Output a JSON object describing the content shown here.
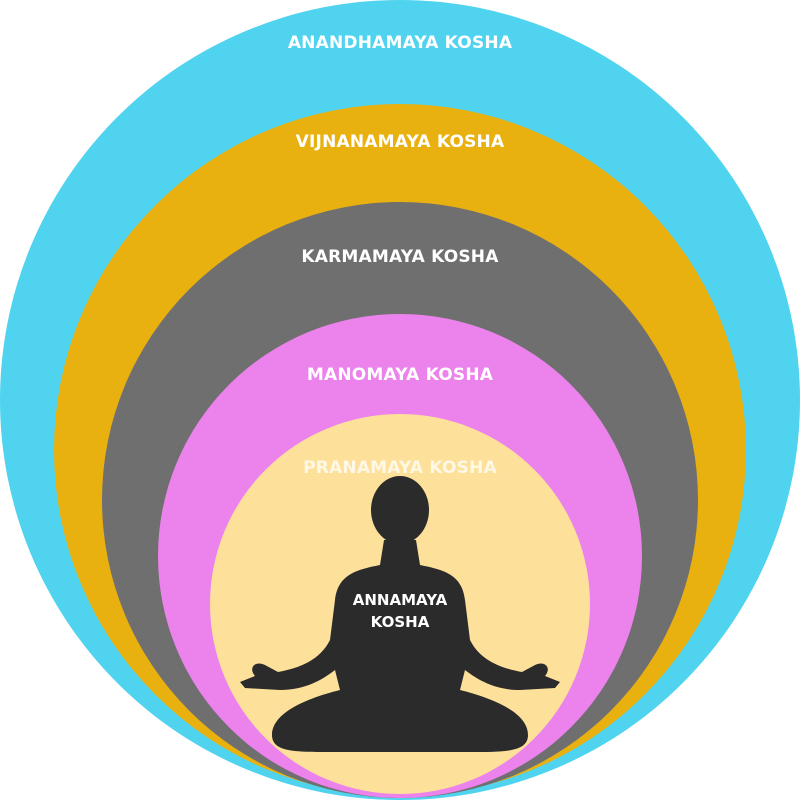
{
  "layers": [
    {
      "label": "ANANDHAMAYA KOSHA",
      "color": "#4fd3ef"
    },
    {
      "label": "VIJNANAMAYA KOSHA",
      "color": "#e9b10f"
    },
    {
      "label": "KARMAMAYA KOSHA",
      "color": "#6f6f6f"
    },
    {
      "label": "MANOMAYA KOSHA",
      "color": "#ec82ec"
    },
    {
      "label": "PRANAMAYA KOSHA",
      "color": "#fde09a"
    }
  ],
  "core": {
    "line1": "ANNAMAYA",
    "line2": "KOSHA",
    "color": "#2b2b2b"
  }
}
